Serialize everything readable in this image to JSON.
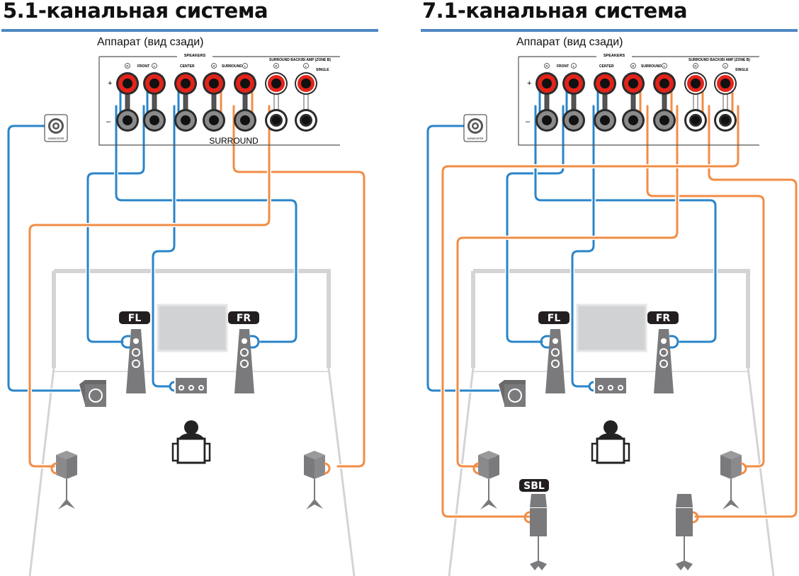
{
  "colors": {
    "front_wire": "#2a84c9",
    "surround_wire": "#f28c45",
    "rule": "#4f87c4",
    "room_outline": "#d4d4d6",
    "speaker_gray": "#7a7a7c",
    "terminal_red": "#e2231a",
    "label_bg": "#231f20"
  },
  "panels": [
    {
      "id": "5.1",
      "title": "5.1-канальная система",
      "subtitle": "Аппарат (вид сзади)",
      "receiver": {
        "header": "SPEAKERS",
        "groups": [
          "FRONT",
          "CENTER",
          "SURROUND",
          "SURROUND BACK/BI AMP (ZONE B)",
          "SINGLE"
        ],
        "terminals": [
          "R",
          "L",
          "",
          "R",
          "L",
          "R",
          "L"
        ],
        "plus": "+",
        "minus": "–",
        "bottom_label": "SURROUND"
      },
      "subwoofer_jack": "SUBWOOFER",
      "speakers": [
        {
          "label": "FL"
        },
        {
          "label": "FR"
        }
      ]
    },
    {
      "id": "7.1",
      "title": "7.1-канальная система",
      "subtitle": "Аппарат (вид сзади)",
      "receiver": {
        "header": "SPEAKERS",
        "groups": [
          "FRONT",
          "CENTER",
          "SURROUND",
          "SURROUND BACK/BI AMP (ZONE B)",
          "SINGLE"
        ],
        "terminals": [
          "R",
          "L",
          "",
          "R",
          "L",
          "R",
          "L"
        ],
        "plus": "+",
        "minus": "–",
        "bottom_label": ""
      },
      "subwoofer_jack": "SUBWOOFER",
      "speakers": [
        {
          "label": "FL"
        },
        {
          "label": "FR"
        },
        {
          "label": "SBL"
        }
      ]
    }
  ]
}
